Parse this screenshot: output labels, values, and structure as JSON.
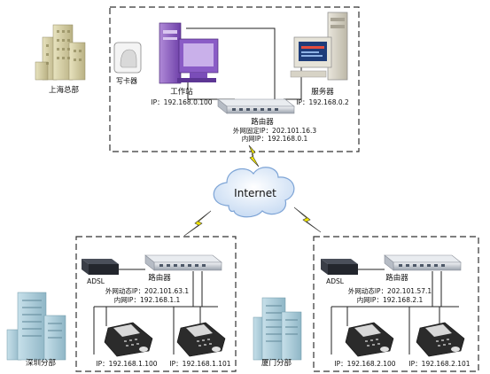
{
  "hq": {
    "site_label": "上海总部",
    "card_writer_label": "写卡器",
    "workstation_label": "工作站",
    "workstation_ip": "IP：192.168.0.100",
    "server_label": "服务器",
    "server_ip": "IP：192.168.0.2",
    "router_label": "路由器",
    "router_wan": "外网固定IP：202.101.16.3",
    "router_lan": "内网IP：192.168.0.1"
  },
  "internet_label": "Internet",
  "shenzhen": {
    "site_label": "深圳分部",
    "adsl_label": "ADSL",
    "router_label": "路由器",
    "router_wan": "外网动态IP：202.101.63.1",
    "router_lan": "内网IP：192.168.1.1",
    "terminal1_ip": "IP：192.168.1.100",
    "terminal2_ip": "IP：192.168.1.101"
  },
  "xiamen": {
    "site_label": "厦门分部",
    "adsl_label": "ADSL",
    "router_label": "路由器",
    "router_wan": "外网动态IP：202.101.57.1",
    "router_lan": "内网IP：192.168.2.1",
    "terminal1_ip": "IP：192.168.2.100",
    "terminal2_ip": "IP：192.168.2.101"
  },
  "colors": {
    "dash": "#333333",
    "line": "#222222",
    "bolt": "#f2e600",
    "cloud_fill": "#dbe9f8",
    "cloud_stroke": "#7da4d6",
    "building": "#a9c9d6",
    "building_hq": "#d6d0a0"
  }
}
